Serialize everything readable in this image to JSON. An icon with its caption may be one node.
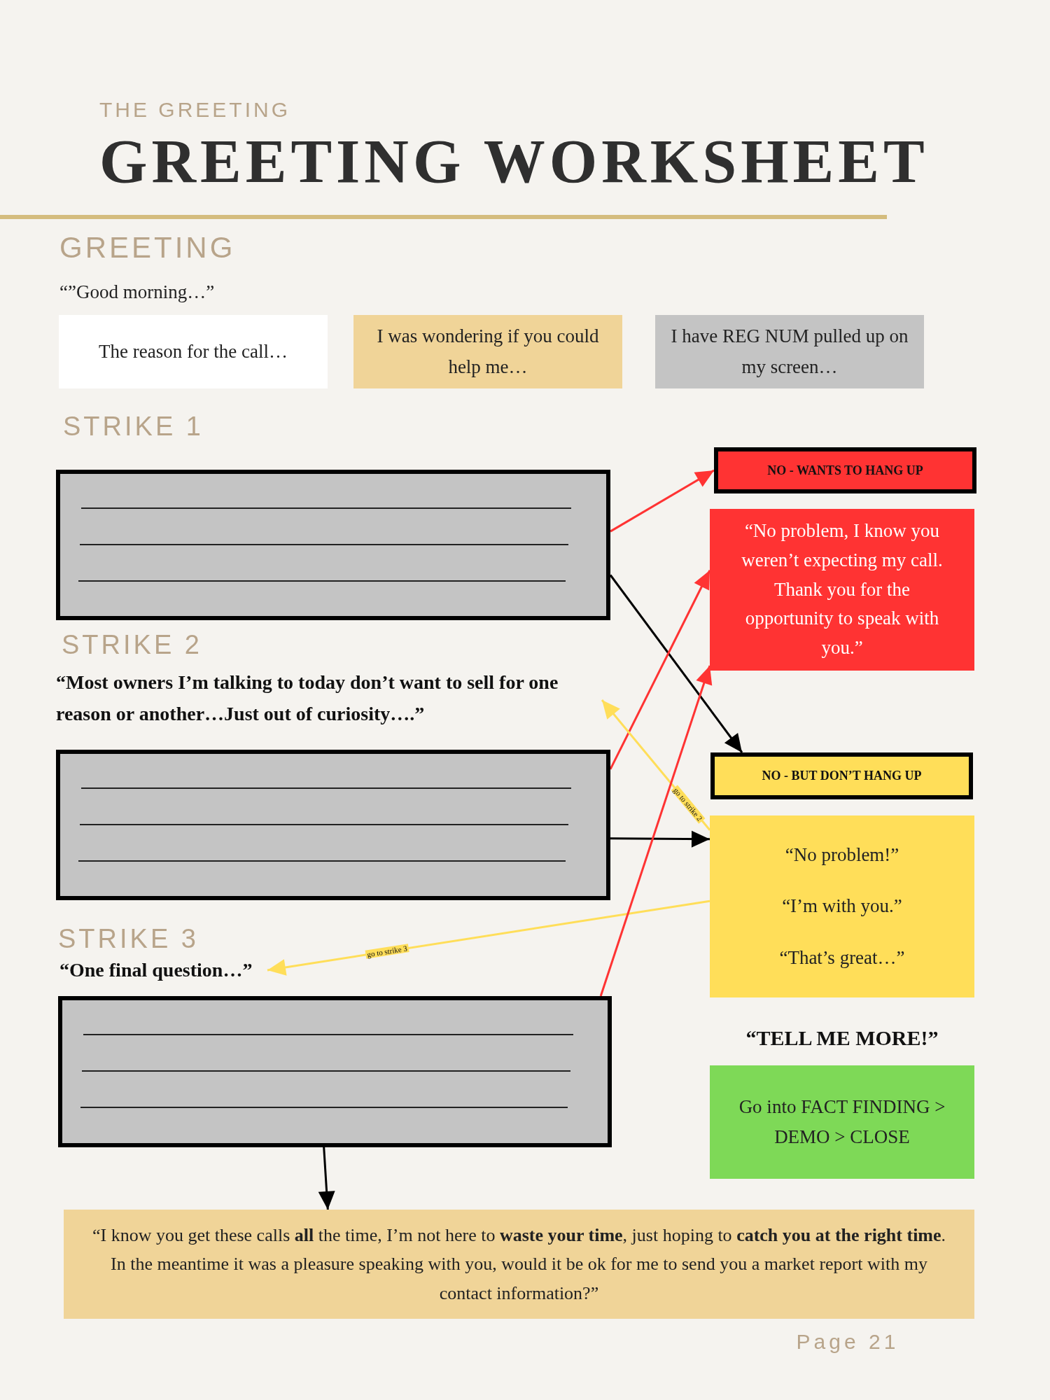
{
  "diagram": {
    "title": "GREETING WORKSHEET",
    "nodes": [
      {
        "text": [
          "The reason for the call…"
        ]
      },
      {
        "text": [
          "I was wondering if you could help me…"
        ]
      },
      {
        "text": [
          "I have REG NUM pulled up on my screen…"
        ]
      },
      {
        "text": [],
        "shape": "box"
      },
      {
        "text": [
          "NO - WANTS TO HANG UP"
        ]
      },
      {
        "text": [
          "“No problem, I know you weren’t expecting my call. Thank you for the opportunity to speak with you.”"
        ]
      },
      {
        "text": [
          "“Most owners I’m talking to today don’t want to sell for one reason or another…Just out of curiosity….”"
        ]
      },
      {
        "text": [],
        "shape": "box"
      },
      {
        "text": [
          "NO - BUT DON’T HANG UP"
        ]
      },
      {
        "text": [
          "“No problem!”",
          "“I’m with you.”",
          "“That’s great…”"
        ]
      },
      {
        "text": [
          "“One final question…”"
        ]
      },
      {
        "text": [],
        "shape": "box"
      },
      {
        "text": [
          "Go into FACT FINDING > DEMO > CLOSE"
        ]
      },
      {
        "text": [
          "“I know you get these calls **all** the time, I’m not here to **waste your time**, just hoping to **catch you at the right time**. In the meantime it was a pleasure speaking with you, would it be ok for me to send you a market report with my contact information?”"
        ]
      }
    ],
    "edges": [
      {
        "from": 3,
        "to": 4,
        "arrow": "to",
        "color": "#ff3333"
      },
      {
        "from": 3,
        "to": 8,
        "arrow": "to",
        "color": "#000000"
      },
      {
        "from": 7,
        "to": 5,
        "arrow": "to",
        "color": "#ff3333"
      },
      {
        "from": 7,
        "to": 9,
        "arrow": "to",
        "color": "#000000"
      },
      {
        "from": 9,
        "to": 6,
        "arrow": "to",
        "label": "go to strike 2",
        "color": "#ffde59"
      },
      {
        "from": 9,
        "to": 10,
        "arrow": "to",
        "label": "go to strike 3",
        "color": "#ffde59"
      },
      {
        "from": 11,
        "to": 5,
        "arrow": "to",
        "color": "#ff3333"
      },
      {
        "from": 11,
        "to": 13,
        "arrow": "to",
        "color": "#000000"
      }
    ],
    "labels": [
      "THE GREETING",
      "GREETING",
      "“”Good morning…”",
      "STRIKE 1",
      "STRIKE 2",
      "STRIKE 3",
      "“TELL ME MORE!”",
      "Page 21"
    ]
  }
}
